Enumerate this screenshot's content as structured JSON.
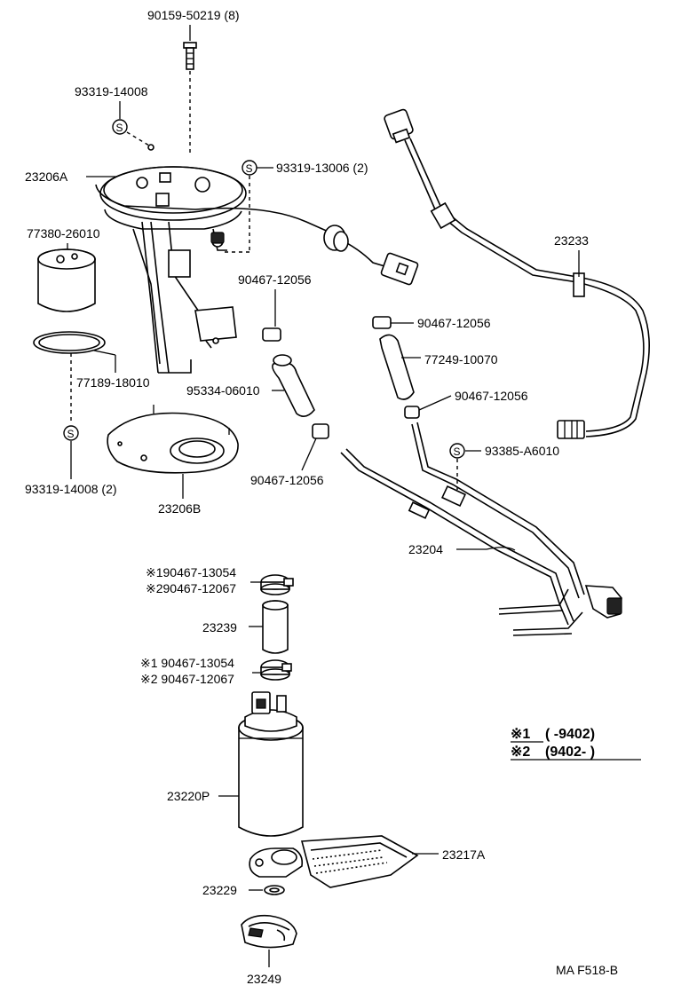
{
  "labels": {
    "bolt": "90159-50219 (8)",
    "washer_top": "93319-14008",
    "pump_bracket": "23206A",
    "grommet_top": "93319-13006 (2)",
    "filter": "77380-26010",
    "gasket": "77189-18010",
    "clamp_a": "90467-12056",
    "hose_a": "95334-06010",
    "clamp_b": "90467-12056",
    "clamp_c": "90467-12056",
    "hose_b": "77249-10070",
    "clamp_d": "90467-12056",
    "grommet_right": "93385-A6010",
    "plate": "23206B",
    "washer_bottom": "93319-14008 (2)",
    "wire_harness": "23233",
    "tube_assy": "23204",
    "clamp_top_1": "※190467-13054",
    "clamp_top_2": "※290467-12067",
    "short_hose": "23239",
    "clamp_low_1": "※1 90467-13054",
    "clamp_low_2": "※2 90467-12067",
    "pump": "23220P",
    "strainer": "23217A",
    "cushion": "23229",
    "retainer": "23249",
    "s_mark": "S"
  },
  "legend": {
    "row1_key": "※1",
    "row1_range": "(        -9402)",
    "row2_key": "※2",
    "row2_range": "(9402-          )"
  },
  "footer": {
    "code": "MA F518-B"
  }
}
